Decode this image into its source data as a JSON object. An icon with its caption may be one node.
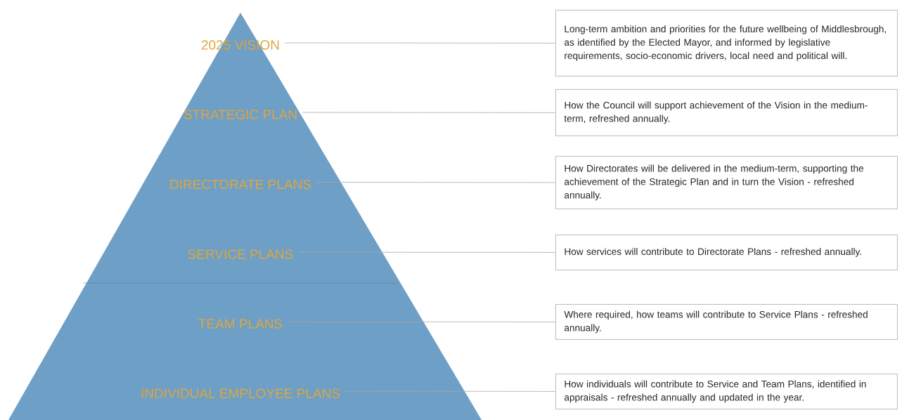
{
  "diagram": {
    "nodes": [
      {
        "text": [
          "2025 VISION"
        ]
      },
      {
        "text": [
          "STRATEGIC PLAN"
        ]
      },
      {
        "text": [
          "DIRECTORATE PLANS"
        ]
      },
      {
        "text": [
          "SERVICE PLANS"
        ]
      },
      {
        "text": [
          "TEAM PLANS"
        ]
      },
      {
        "text": [
          "INDIVIDUAL EMPLOYEE PLANS"
        ]
      },
      {
        "text": [
          "Long-term ambition and priorities for the future wellbeing of Middlesbrough, as identified by the Elected Mayor, and informed by legislative requirements, socio-economic drivers, local need and political will."
        ]
      },
      {
        "text": [
          "How the Council will support achievement of the Vision in the medium-term, refreshed annually."
        ]
      },
      {
        "text": [
          "How Directorates will be delivered in the medium-term, supporting the achievement of the Strategic Plan and in turn the Vision - refreshed annually."
        ]
      },
      {
        "text": [
          "How services will contribute to Directorate Plans - refreshed annually."
        ]
      },
      {
        "text": [
          "Where required, how teams will contribute to Service Plans - refreshed annually."
        ]
      },
      {
        "text": [
          "How individuals will contribute to Service and Team Plans, identified in appraisals - refreshed annually and updated in the year."
        ]
      }
    ],
    "edges": [
      {
        "from": 0,
        "to": 6,
        "arrow": "none"
      },
      {
        "from": 1,
        "to": 7,
        "arrow": "none"
      },
      {
        "from": 2,
        "to": 8,
        "arrow": "none"
      },
      {
        "from": 3,
        "to": 9,
        "arrow": "none"
      },
      {
        "from": 4,
        "to": 10,
        "arrow": "none"
      },
      {
        "from": 5,
        "to": 11,
        "arrow": "none"
      }
    ]
  }
}
